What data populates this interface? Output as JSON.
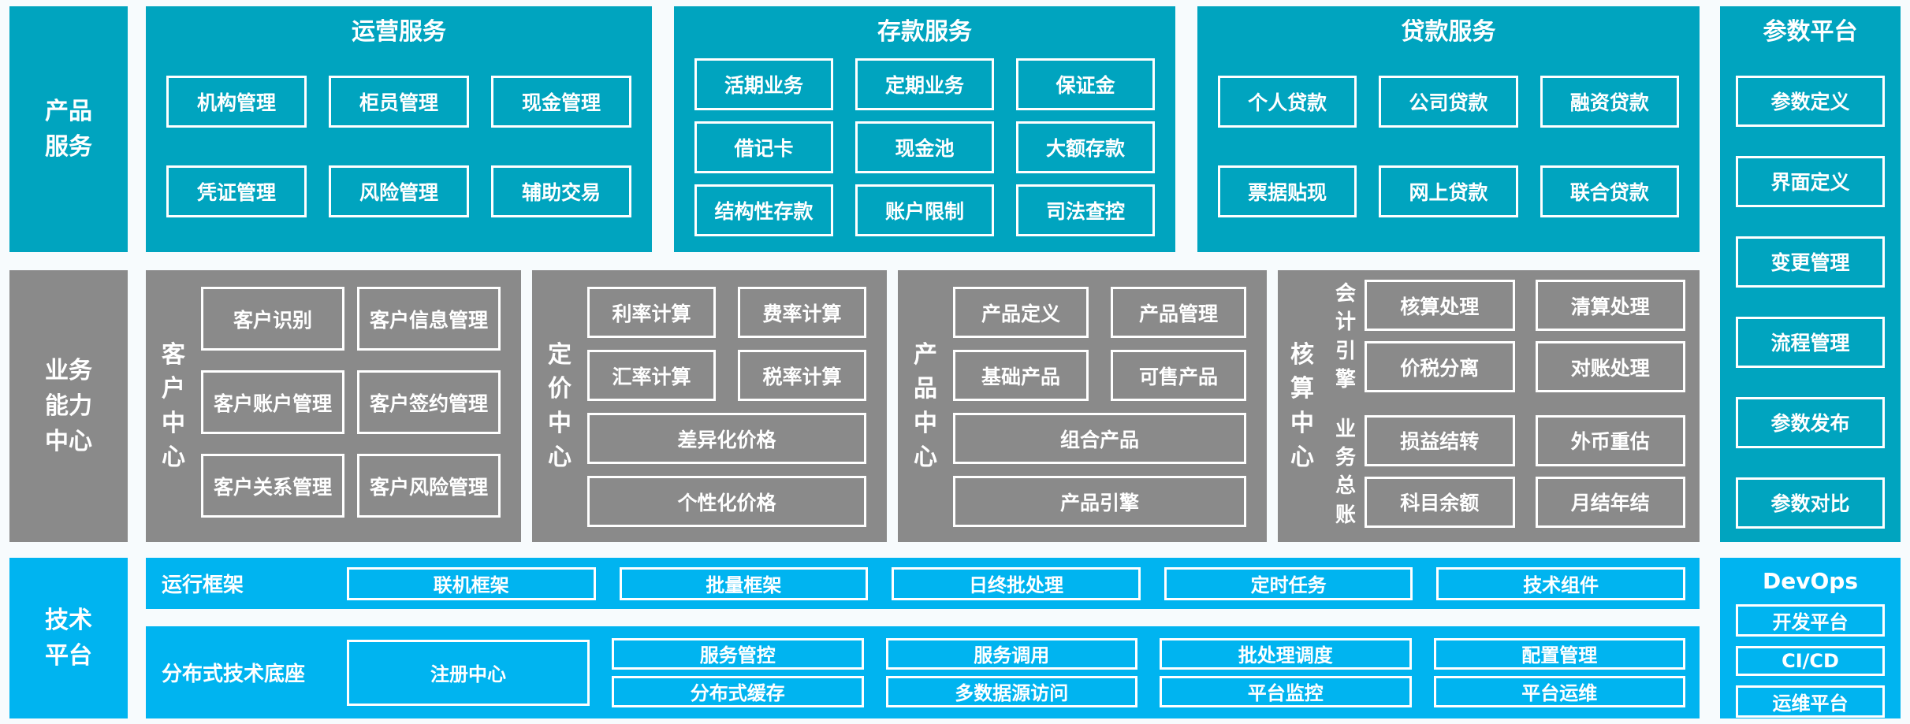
{
  "colors": {
    "teal": "#00a4bf",
    "gray": "#8a8a8a",
    "blue": "#00b4f0",
    "box_border": "#ffffff",
    "background": "#f7fbfd"
  },
  "products_row": {
    "side_label": "产品\n服务",
    "panels": [
      {
        "title": "运营服务",
        "grid": [
          [
            "机构管理",
            "柜员管理",
            "现金管理"
          ],
          [
            "凭证管理",
            "风险管理",
            "辅助交易"
          ]
        ]
      },
      {
        "title": "存款服务",
        "grid": [
          [
            "活期业务",
            "定期业务",
            "保证金"
          ],
          [
            "借记卡",
            "现金池",
            "大额存款"
          ],
          [
            "结构性存款",
            "账户限制",
            "司法查控"
          ]
        ]
      },
      {
        "title": "贷款服务",
        "grid": [
          [
            "个人贷款",
            "公司贷款",
            "融资贷款"
          ],
          [
            "票据贴现",
            "网上贷款",
            "联合贷款"
          ]
        ]
      }
    ]
  },
  "param_platform": {
    "title": "参数平台",
    "items": [
      "参数定义",
      "界面定义",
      "变更管理",
      "流程管理",
      "参数发布",
      "参数对比"
    ]
  },
  "capability_row": {
    "side_label": "业务\n能力\n中心",
    "panels": [
      {
        "label": "客户中心",
        "rows": [
          [
            "客户识别",
            "客户信息管理"
          ],
          [
            "客户账户管理",
            "客户签约管理"
          ],
          [
            "客户关系管理",
            "客户风险管理"
          ]
        ]
      },
      {
        "label": "定价中心",
        "rows": [
          [
            "利率计算",
            "费率计算"
          ],
          [
            "汇率计算",
            "税率计算"
          ],
          [
            "差异化价格"
          ],
          [
            "个性化价格"
          ]
        ]
      },
      {
        "label": "产品中心",
        "rows": [
          [
            "产品定义",
            "产品管理"
          ],
          [
            "基础产品",
            "可售产品"
          ],
          [
            "组合产品"
          ],
          [
            "产品引擎"
          ]
        ]
      },
      {
        "label": "核算中心",
        "groups": [
          {
            "label": "会计引擎",
            "rows": [
              [
                "核算处理",
                "清算处理"
              ],
              [
                "价税分离",
                "对账处理"
              ]
            ]
          },
          {
            "label": "业务总账",
            "rows": [
              [
                "损益结转",
                "外币重估"
              ],
              [
                "科目余额",
                "月结年结"
              ]
            ]
          }
        ]
      }
    ]
  },
  "tech_row": {
    "side_label": "技术\n平台",
    "frame_panel": {
      "label": "运行框架",
      "items": [
        "联机框架",
        "批量框架",
        "日终批处理",
        "定时任务",
        "技术组件"
      ]
    },
    "base_panel": {
      "label": "分布式技术底座",
      "big_item": "注册中心",
      "columns": [
        [
          "服务管控",
          "分布式缓存"
        ],
        [
          "服务调用",
          "多数据源访问"
        ],
        [
          "批处理调度",
          "平台监控"
        ],
        [
          "配置管理",
          "平台运维"
        ]
      ]
    },
    "devops": {
      "title": "DevOps",
      "items": [
        "开发平台",
        "CI/CD",
        "运维平台"
      ]
    }
  }
}
